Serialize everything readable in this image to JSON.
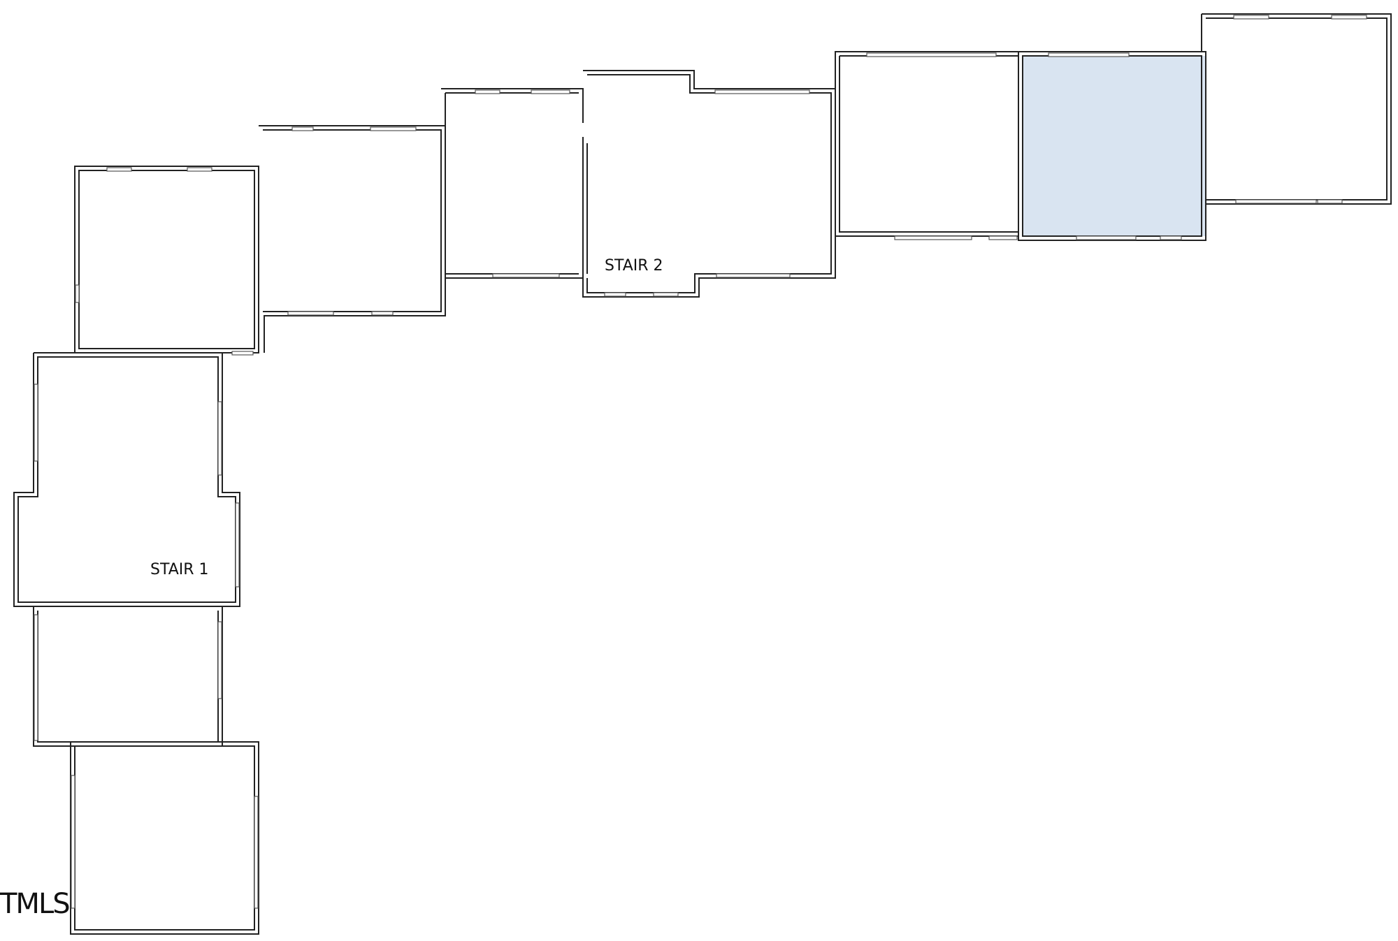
{
  "labels": {
    "stair_1": "STAIR 1",
    "stair_2": "STAIR 2"
  },
  "watermark": "TMLS",
  "colors": {
    "wall": "#222222",
    "highlight": "#d9e4f1",
    "background": "#ffffff"
  },
  "highlighted_room": "room-8"
}
